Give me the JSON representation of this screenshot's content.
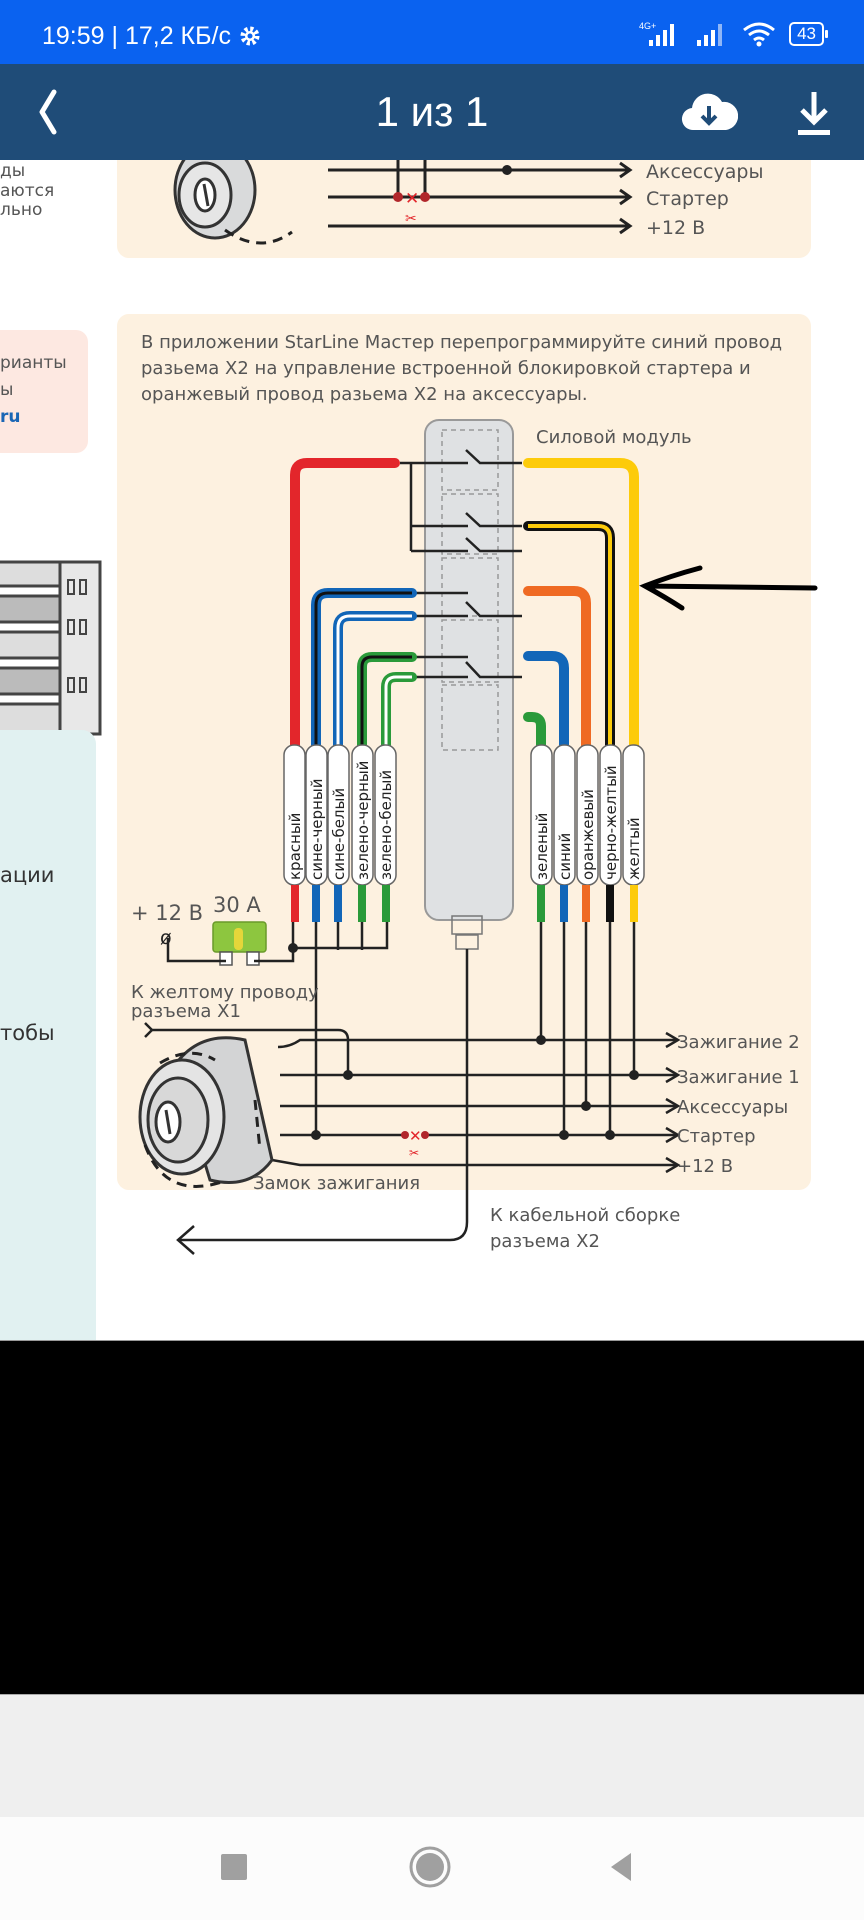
{
  "status_bar": {
    "time": "19:59",
    "network_speed": "17,2 КБ/с",
    "network_type": "4G+",
    "battery": "43",
    "icons": [
      "gear-icon",
      "signal-icon",
      "signal-icon",
      "wifi-icon",
      "battery-icon"
    ]
  },
  "app_bar": {
    "title": "1 из 1",
    "back_icon": "chevron-left-icon",
    "cloud_download_icon": "cloud-download-icon",
    "download_icon": "download-icon"
  },
  "document": {
    "left_fragments": {
      "top": [
        "ды",
        "аются",
        "льно"
      ],
      "pink_box": [
        "рианты",
        "ы",
        "ru"
      ],
      "teal_box": [
        "ации",
        "тобы"
      ]
    },
    "panel_top": {
      "outputs": [
        "Аксессуары",
        "Стартер",
        "+12 В"
      ]
    },
    "panel_main": {
      "instruction": [
        "В приложении StarLine Мастер перепрограммируйте синий провод",
        "разьема X2 на управление встроенной блокировкой стартера и",
        "оранжевый провод разьема X2 на аксессуары."
      ],
      "module_label": "Силовой модуль",
      "left_wires": [
        "красный",
        "сине-черный",
        "сине-белый",
        "зелено-черный",
        "зелено-белый"
      ],
      "right_wires": [
        "зеленый",
        "синий",
        "оранжевый",
        "черно-желтый",
        "желтый"
      ],
      "supply_label": "+ 12 В",
      "fuse_label": "30 А",
      "yellow_wire_note": [
        "К желтому проводу",
        "разъема X1"
      ],
      "outputs": [
        "Зажигание 2",
        "Зажигание 1",
        "Аксессуары",
        "Стартер",
        "+12 В"
      ],
      "lock_label": "Замок зажигания",
      "cable_note": [
        "К кабельной сборке",
        "разъема X2"
      ]
    },
    "colors": {
      "panel_bg": "#fdf1e0",
      "red": "#e3262b",
      "blue": "#1266b8",
      "green": "#2a9a3a",
      "orange": "#ef6a23",
      "yellow": "#fdcb0a",
      "fuse": "#8dc63f"
    }
  },
  "nav_bar": {
    "recents_icon": "square-icon",
    "home_icon": "circle-icon",
    "back_icon": "triangle-back-icon"
  }
}
